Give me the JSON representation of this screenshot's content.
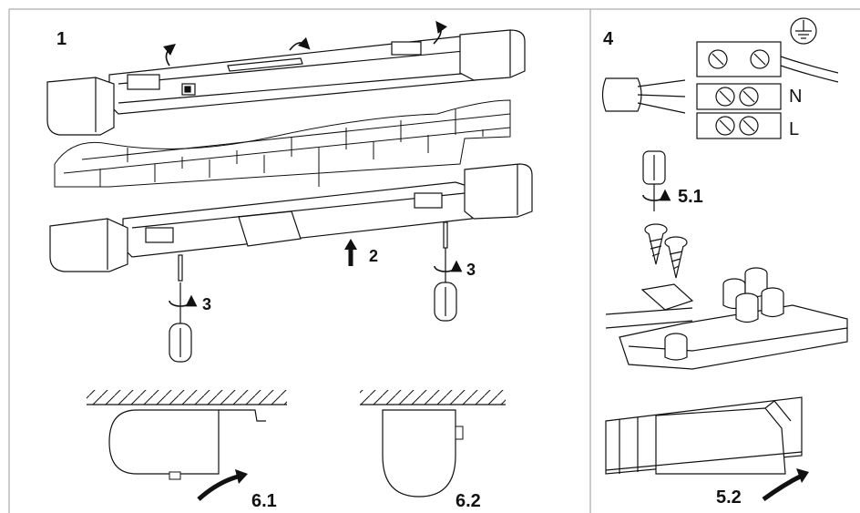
{
  "steps": {
    "s1": "1",
    "s2": "2",
    "s3a": "3",
    "s3b": "3",
    "s4": "4",
    "s51": "5.1",
    "s52": "5.2",
    "s61": "6.1",
    "s62": "6.2"
  },
  "terminals": {
    "neutral": "N",
    "live": "L"
  },
  "icons": {
    "earth": "earth-ground-icon"
  },
  "colors": {
    "line": "#111111",
    "background": "#ffffff",
    "frame": "#9a9a9a"
  }
}
